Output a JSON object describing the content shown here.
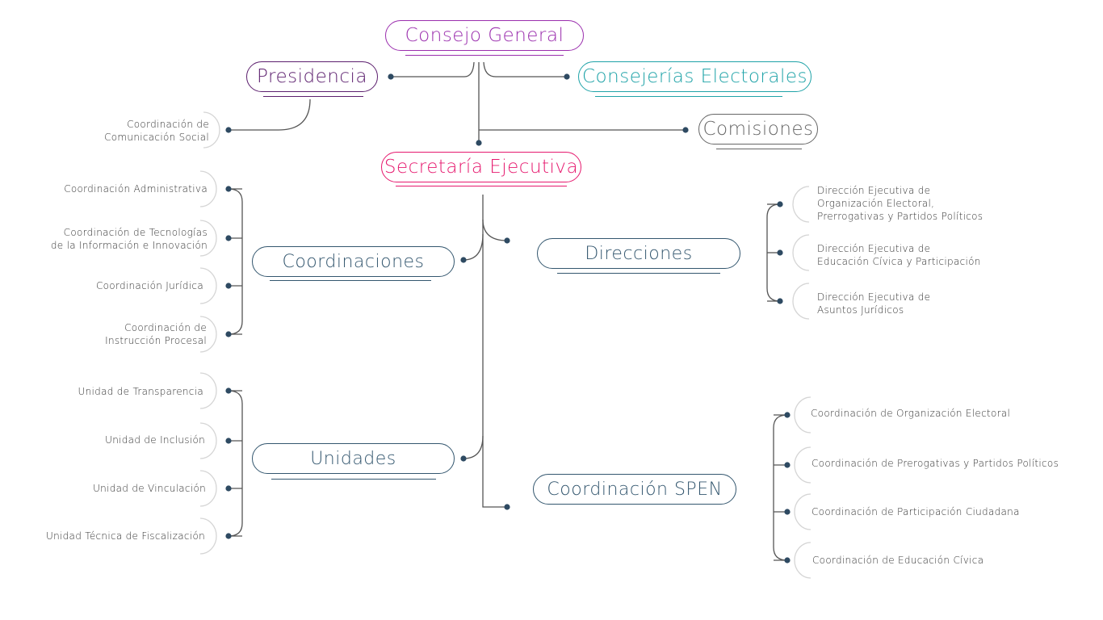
{
  "colors": {
    "consejo": "#9b2fae",
    "presidencia": "#5c1f6e",
    "consejerias": "#1fa3a8",
    "comisiones": "#666666",
    "secretaria": "#e6196e",
    "blue": "#34576f",
    "dot": "#2e4a62",
    "line": "#555555",
    "arc": "#d5d5d5"
  },
  "nodes": {
    "consejo_general": "Consejo General",
    "presidencia": "Presidencia",
    "consejerias": "Consejerías Electorales",
    "comisiones": "Comisiones",
    "secretaria": "Secretaría Ejecutiva",
    "coordinaciones": "Coordinaciones",
    "direcciones": "Direcciones",
    "unidades": "Unidades",
    "coordinacion_spen": "Coordinación SPEN"
  },
  "comunicacion_social": [
    "Coordinación de",
    "Comunicación Social"
  ],
  "coordinaciones_items": [
    [
      "Coordinación Administrativa"
    ],
    [
      "Coordinación de Tecnologías",
      "de la Información e Innovación"
    ],
    [
      "Coordinación Jurídica"
    ],
    [
      "Coordinación de",
      "Instrucción Procesal"
    ]
  ],
  "unidades_items": [
    [
      "Unidad de Transparencia"
    ],
    [
      "Unidad de Inclusión"
    ],
    [
      "Unidad de Vinculación"
    ],
    [
      "Unidad Técnica de Fiscalización"
    ]
  ],
  "direcciones_items": [
    [
      "Dirección Ejecutiva de",
      "Organización Electoral,",
      "Prerrogativas y Partidos Políticos"
    ],
    [
      "Dirección Ejecutiva de",
      "Educación Cívica y Participación"
    ],
    [
      "Dirección Ejecutiva de",
      "Asuntos Jurídicos"
    ]
  ],
  "spen_items": [
    [
      "Coordinación de Organización Electoral"
    ],
    [
      "Coordinación de Prerogativas y Partidos Políticos"
    ],
    [
      "Coordinación de Participación Ciudadana"
    ],
    [
      "Coordinación de Educación Cívica"
    ]
  ]
}
